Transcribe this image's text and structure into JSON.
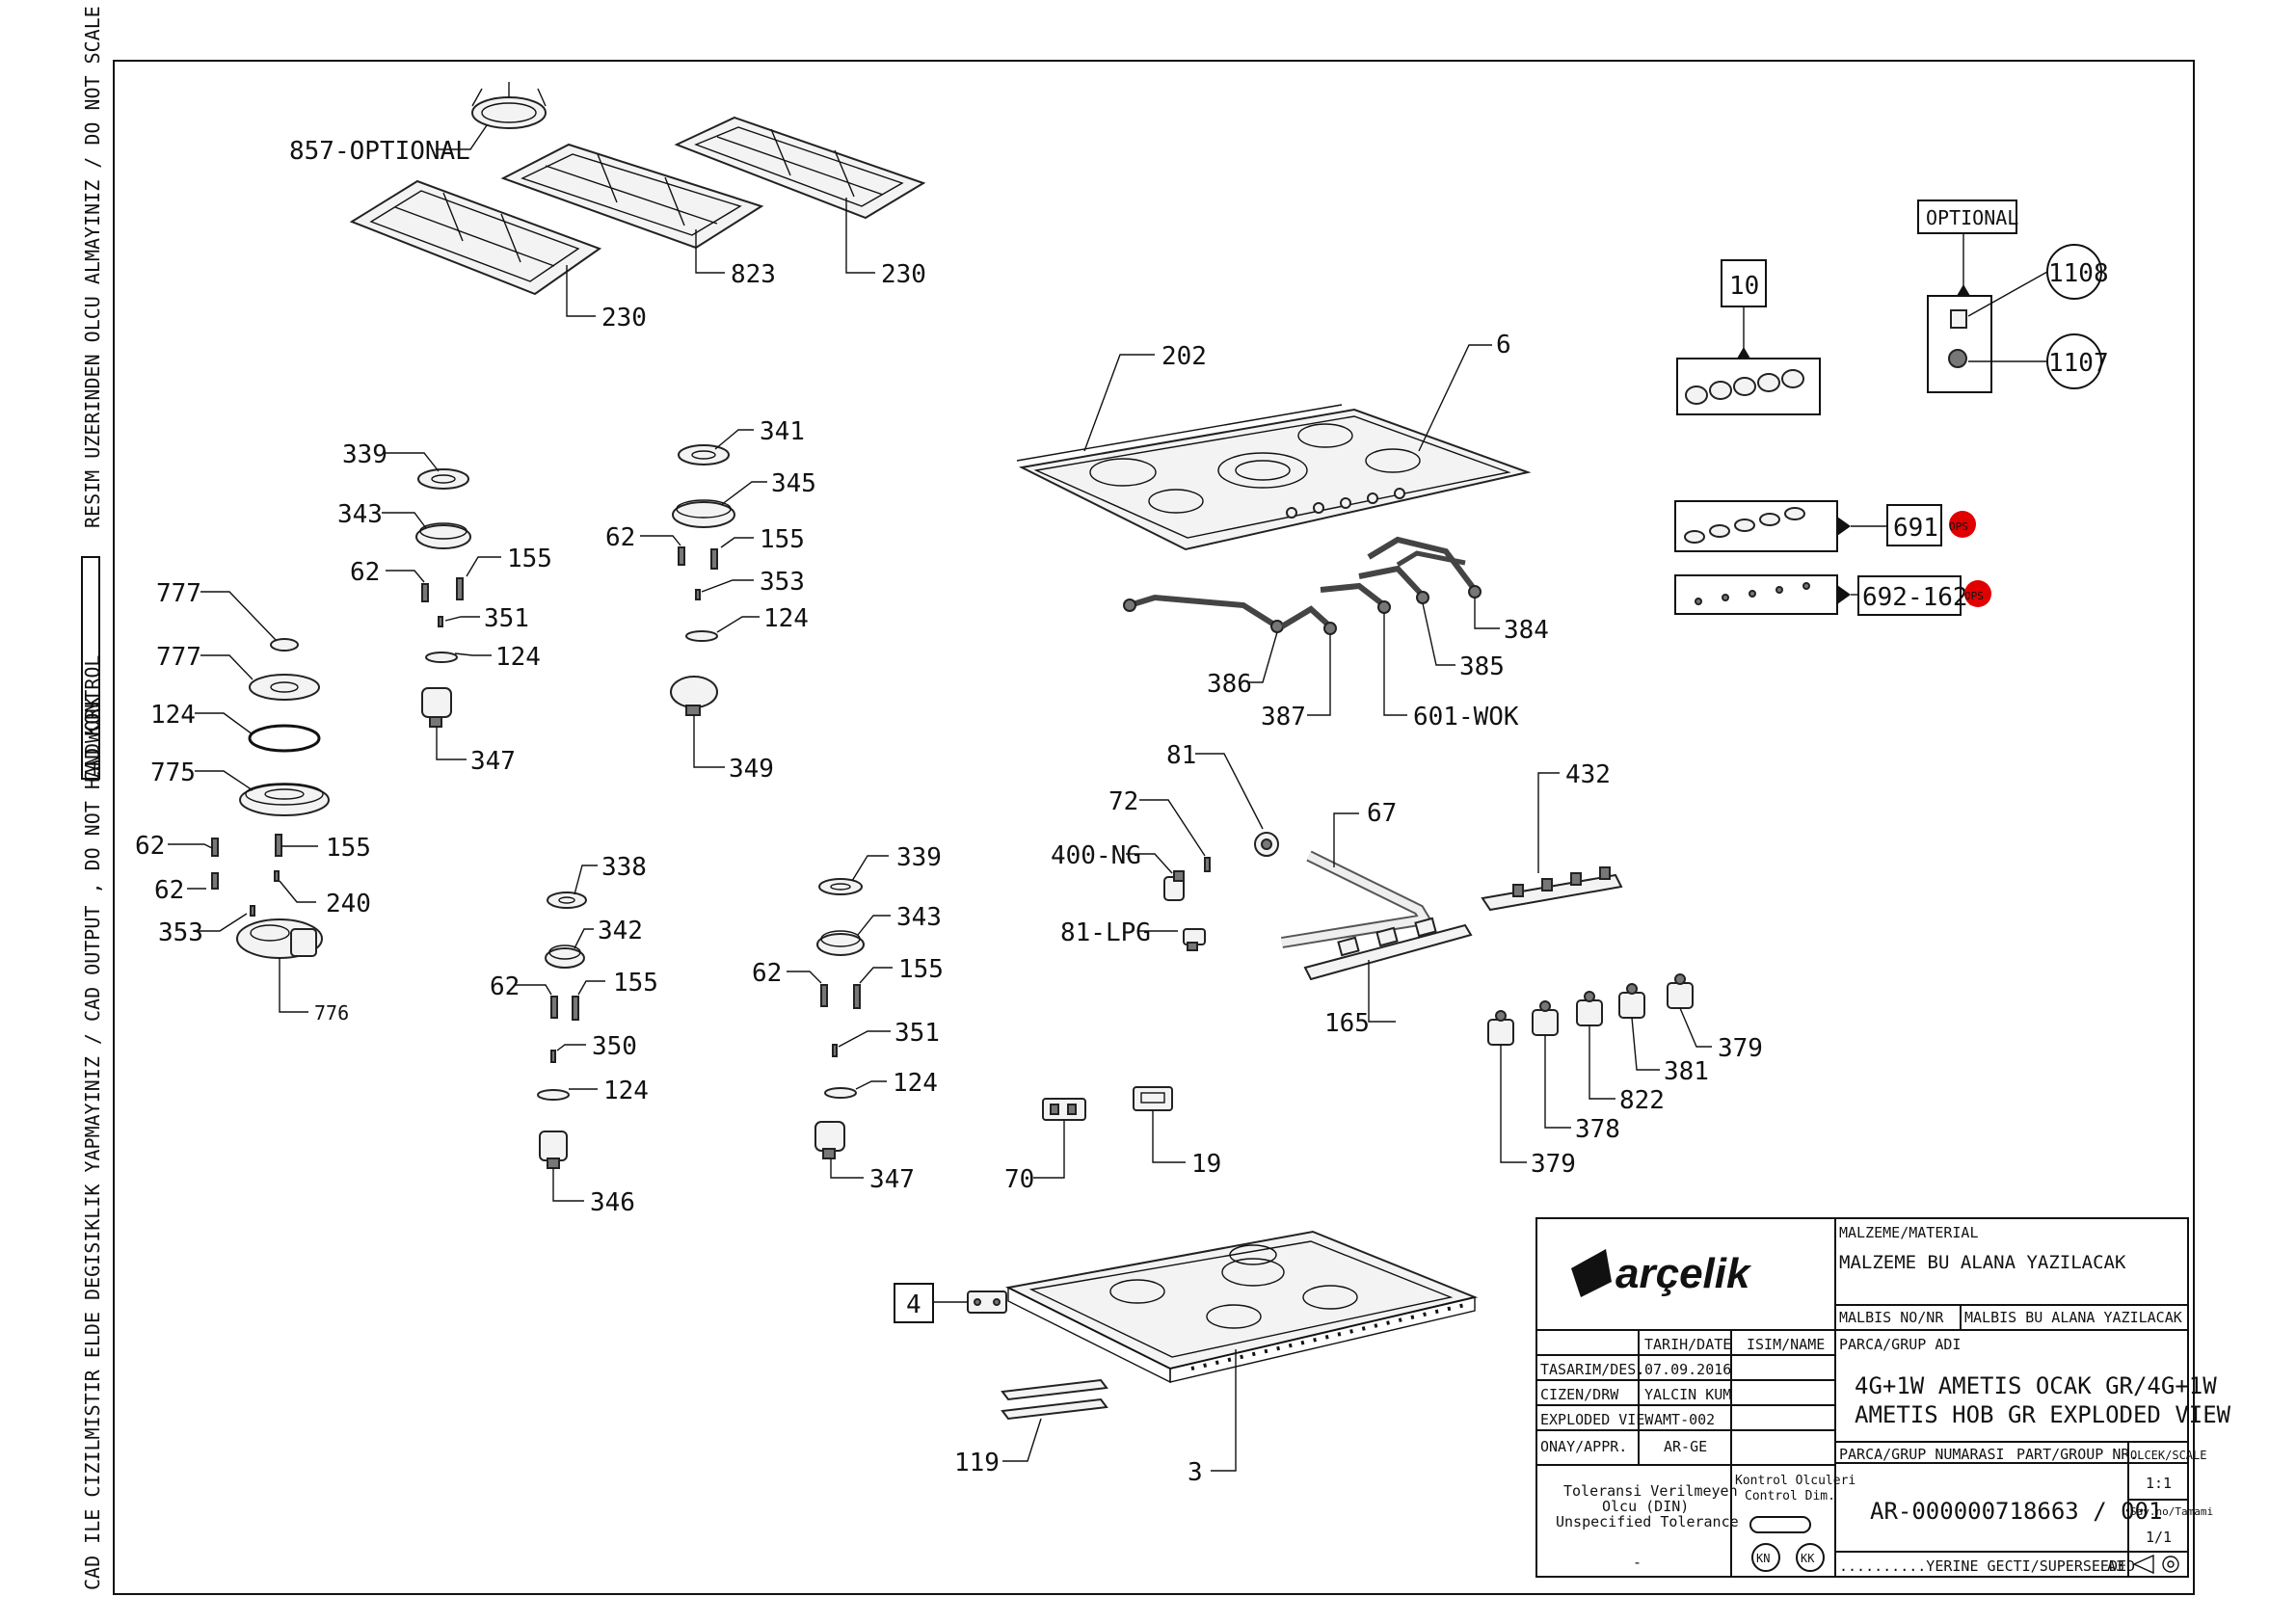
{
  "sidebar": {
    "text1": "RESIM UZERINDEN OLCU ALMAYINIZ / DO NOT SCALE",
    "text2": "CAD KONTROL",
    "text3": "CAD ILE CIZILMISTIR ELDE DEGISIKLIK YAPMAYINIZ / CAD OUTPUT , DO NOT HANDWORK"
  },
  "labels": {
    "l857": "857-OPTIONAL",
    "l230a": "230",
    "l823": "823",
    "l230b": "230",
    "l202": "202",
    "l6": "6",
    "l10": "10",
    "optional": "OPTIONAL",
    "l1108": "1108",
    "l1107": "1107",
    "l691": "691",
    "l692": "692-1623",
    "ops": "OPS",
    "l339a": "339",
    "l343a": "343",
    "l62a": "62",
    "l155a": "155",
    "l351a": "351",
    "l124a": "124",
    "l347a": "347",
    "l341": "341",
    "l345": "345",
    "l62b": "62",
    "l155b": "155",
    "l353a": "353",
    "l124b": "124",
    "l349": "349",
    "l777a": "777",
    "l777b": "777",
    "l124c": "124",
    "l775": "775",
    "l62c": "62",
    "l155c": "155",
    "l62d": "62",
    "l240": "240",
    "l353b": "353",
    "l776": "776",
    "l338": "338",
    "l342": "342",
    "l62e": "62",
    "l155d": "155",
    "l350": "350",
    "l124d": "124",
    "l346": "346",
    "l339b": "339",
    "l343b": "343",
    "l62f": "62",
    "l155e": "155",
    "l351b": "351",
    "l124e": "124",
    "l347b": "347",
    "l384": "384",
    "l385": "385",
    "l386": "386",
    "l387": "387",
    "l601": "601-WOK",
    "l81a": "81",
    "l72": "72",
    "l400": "400-NG",
    "l81b": "81-LPG",
    "l67": "67",
    "l432": "432",
    "l165": "165",
    "l379a": "379",
    "l381": "381",
    "l822": "822",
    "l378": "378",
    "l379b": "379",
    "l70": "70",
    "l19": "19",
    "l4": "4",
    "l119": "119",
    "l3": "3"
  },
  "titleblock": {
    "logo": "arçelik",
    "material_label": "MALZEME/MATERIAL",
    "material_value": "MALZEME BU ALANA YAZILACAK",
    "malbis_label": "MALBIS NO/NR",
    "malbis_value": "MALBIS BU ALANA YAZILACAK",
    "date_header": "TARIH/DATE",
    "name_header": "ISIM/NAME",
    "group_label": "PARCA/GRUP ADI",
    "rows": [
      {
        "label": "TASARIM/DES.",
        "value": "07.09.2016"
      },
      {
        "label": "CIZEN/DRW",
        "value": "YALCIN KUM"
      },
      {
        "label": "EXPLODED VIEW",
        "value": "AMT-002"
      },
      {
        "label": "ONAY/APPR.",
        "value": "AR-GE"
      }
    ],
    "title_line1": "4G+1W AMETIS OCAK GR/4G+1W",
    "title_line2": "AMETIS HOB GR EXPLODED VIEW",
    "partno_label": "PARCA/GRUP NUMARASI",
    "partno_label_en": "PART/GROUP NR.",
    "scale_label": "OLCEK/SCALE",
    "scale_value": "1:1",
    "sheet_label": "Say.no/Tamami",
    "sheet_value": "1/1",
    "partno_value": "AR-000000718663 / 001",
    "tol_line1": "Toleransi Verilmeyen",
    "tol_line2": "Olcu (DIN)",
    "tol_line3": "Unspecified Tolerance",
    "tol_dash": "-",
    "ctrl_line1": "Kontrol Olculeri",
    "ctrl_line2": "Control Dim.",
    "kn": "KN",
    "kk": "KK",
    "superseded": "..........YERINE GECTI/SUPERSEEDED",
    "size": "A3"
  }
}
